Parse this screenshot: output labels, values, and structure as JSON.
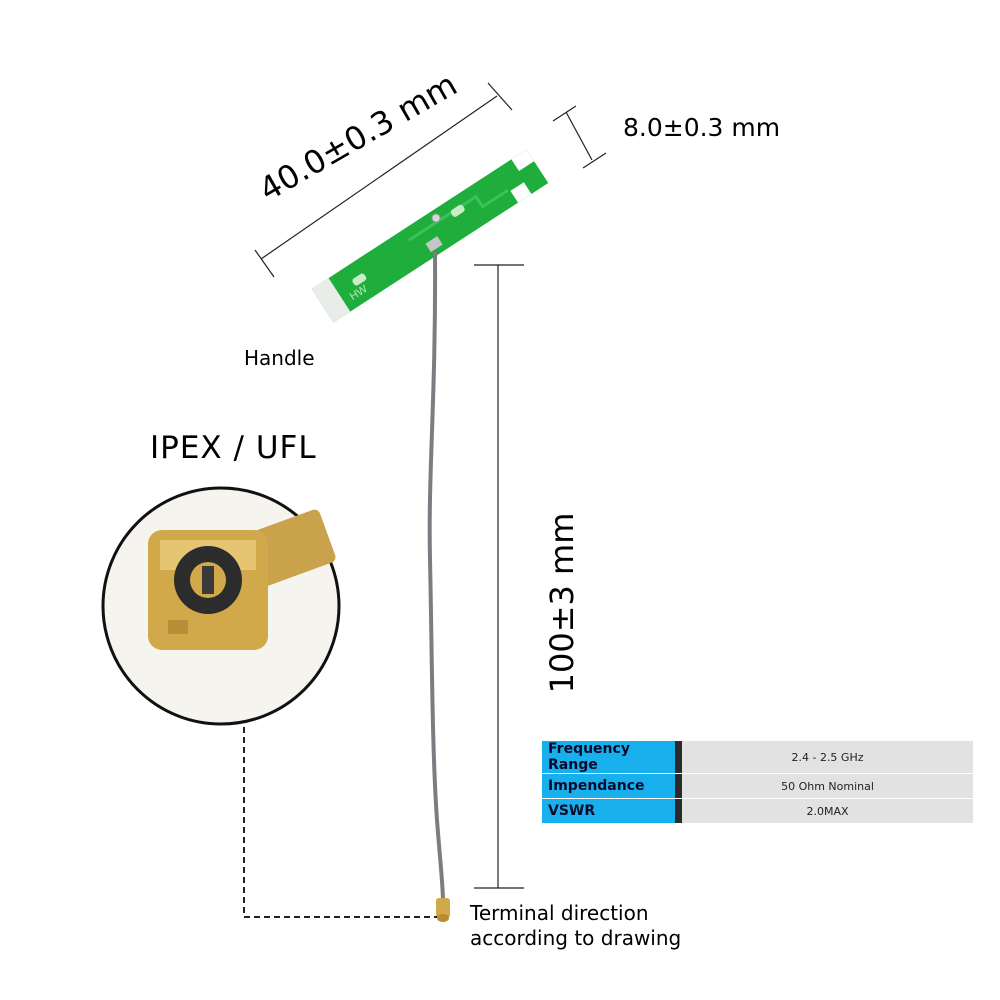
{
  "dimensions": {
    "length": "40.0±0.3 mm",
    "width": "8.0±0.3 mm",
    "cable_length": "100±3 mm"
  },
  "labels": {
    "handle": "Handle",
    "connector_title": "IPEX / UFL",
    "terminal_note_line1": "Terminal direction",
    "terminal_note_line2": "according to drawing",
    "pcb_marking": "HW"
  },
  "specs": [
    {
      "name": "Frequency Range",
      "value": "2.4 - 2.5 GHz"
    },
    {
      "name": "Impendance",
      "value": "50 Ohm Nominal"
    },
    {
      "name": "VSWR",
      "value": "2.0MAX"
    }
  ],
  "colors": {
    "pcb": "#1fae3b",
    "cable": "#7c7c82",
    "spec_key_bg": "#18b0ec",
    "spec_value_bg": "#e2e2e2",
    "connector_gold": "#d2a94a"
  }
}
